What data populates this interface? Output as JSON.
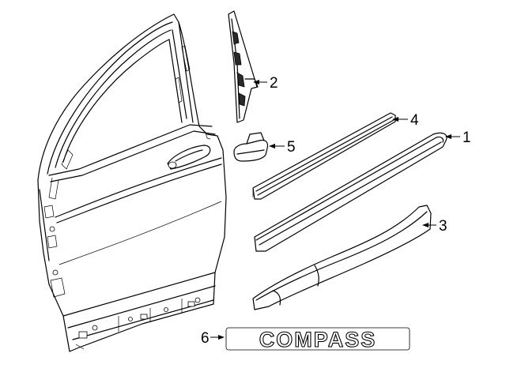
{
  "callouts": {
    "c1": "1",
    "c2": "2",
    "c3": "3",
    "c4": "4",
    "c5": "5",
    "c6": "6"
  },
  "nameplate": {
    "text": "COMPASS"
  },
  "parts": [
    "front-door-shell",
    "body-side-molding",
    "b-pillar-applique",
    "lower-molding",
    "belt-weatherstrip",
    "mirror-patch-trim",
    "compass-nameplate"
  ]
}
